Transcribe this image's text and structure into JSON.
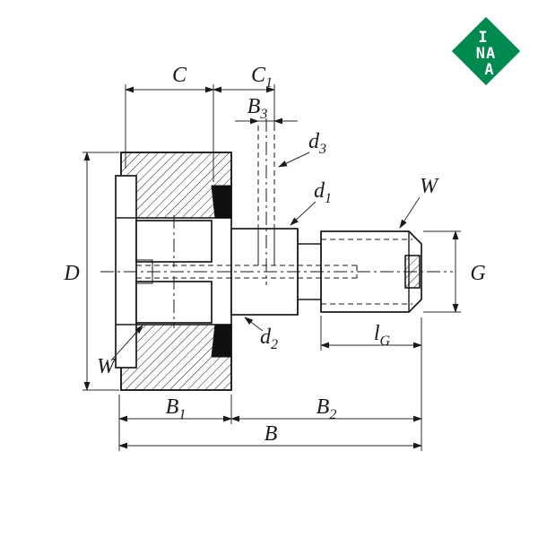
{
  "logo": {
    "top": "I",
    "middle": "NA",
    "bottom": "A",
    "color": "#00894F",
    "text_color": "#FFFFFF"
  },
  "dimensions": {
    "C": {
      "base": "C",
      "sub": ""
    },
    "C1": {
      "base": "C",
      "sub": "1"
    },
    "B3": {
      "base": "B",
      "sub": "3"
    },
    "d3": {
      "base": "d",
      "sub": "3"
    },
    "d1": {
      "base": "d",
      "sub": "1"
    },
    "W_thread": {
      "base": "W",
      "sub": ""
    },
    "D": {
      "base": "D",
      "sub": ""
    },
    "G": {
      "base": "G",
      "sub": ""
    },
    "d2": {
      "base": "d",
      "sub": "2"
    },
    "lG": {
      "base": "l",
      "sub": "G"
    },
    "W_roller": {
      "base": "W",
      "sub": ""
    },
    "B1": {
      "base": "B",
      "sub": "1"
    },
    "B2": {
      "base": "B",
      "sub": "2"
    },
    "B": {
      "base": "B",
      "sub": ""
    }
  },
  "colors": {
    "line": "#1A1A1A",
    "background": "#FFFFFF"
  }
}
